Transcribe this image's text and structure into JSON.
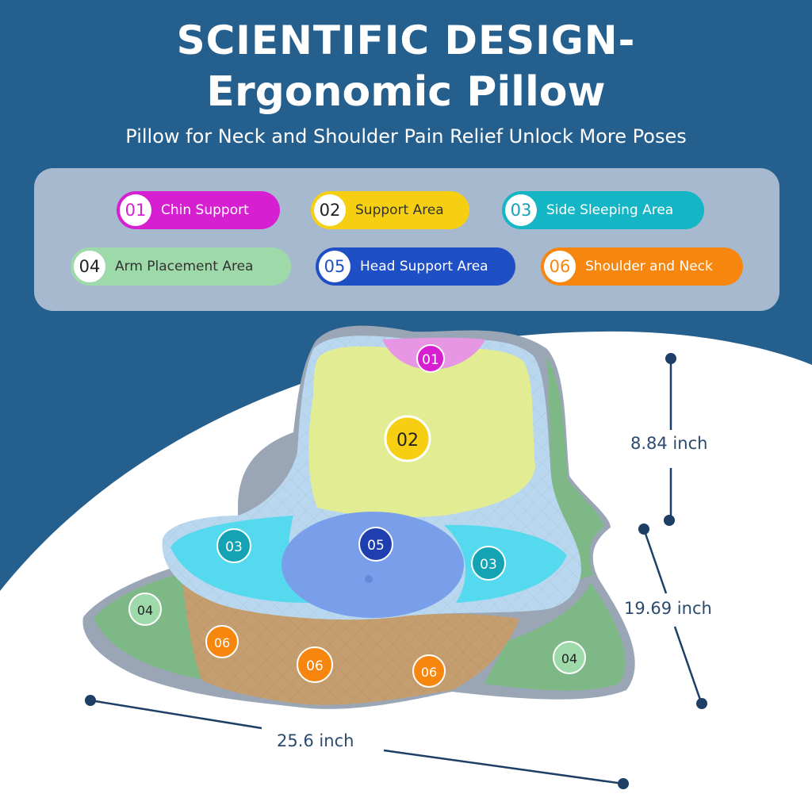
{
  "header": {
    "title_line1": "SCIENTIFIC DESIGN-",
    "title_line2": "Ergonomic Pillow",
    "subtitle": "Pillow for Neck and Shoulder Pain Relief Unlock More Poses"
  },
  "legend": [
    {
      "num": "01",
      "label": "Chin Support",
      "color": "#d61fd0",
      "text_color": "#ffffff",
      "num_color": "#d61fd0"
    },
    {
      "num": "02",
      "label": "Support Area",
      "color": "#f6cf12",
      "text_color": "#333333",
      "num_color": "#222222"
    },
    {
      "num": "03",
      "label": "Side Sleeping Area",
      "color": "#14b5c4",
      "text_color": "#ffffff",
      "num_color": "#14a3b3"
    },
    {
      "num": "04",
      "label": "Arm Placement Area",
      "color": "#9edaa9",
      "text_color": "#333333",
      "num_color": "#222222"
    },
    {
      "num": "05",
      "label": "Head Support Area",
      "color": "#1f4fc4",
      "text_color": "#ffffff",
      "num_color": "#1f4fc4"
    },
    {
      "num": "06",
      "label": "Shoulder and Neck",
      "color": "#f7860f",
      "text_color": "#ffffff",
      "num_color": "#f7860f"
    }
  ],
  "markers": {
    "m01": "01",
    "m02": "02",
    "m03a": "03",
    "m03b": "03",
    "m04a": "04",
    "m04b": "04",
    "m05": "05",
    "m06a": "06",
    "m06b": "06",
    "m06c": "06"
  },
  "dimensions": {
    "height": "8.84 inch",
    "depth": "19.69 inch",
    "width": "25.6 inch"
  },
  "colors": {
    "background": "#255f8e",
    "panel": "#a6b9cf",
    "dimension_line": "#1d3f66"
  }
}
